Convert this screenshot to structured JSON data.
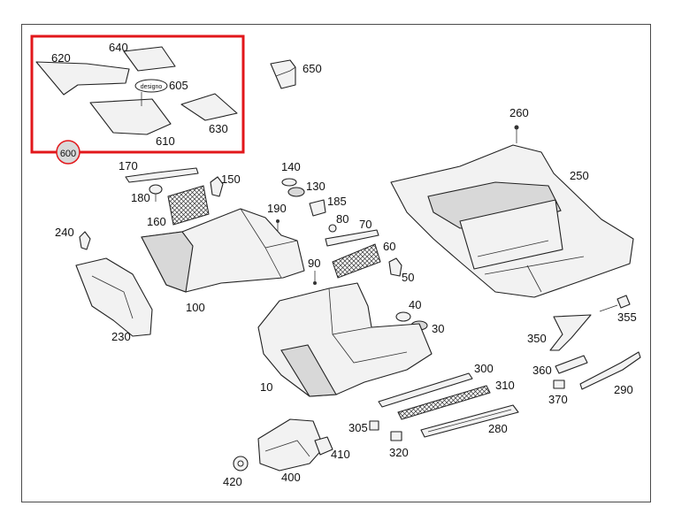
{
  "highlight_color": "#e2171b",
  "highlight_group": [
    "620",
    "640",
    "605",
    "610",
    "630"
  ],
  "badge_label": "600",
  "emblem_text": "designo",
  "labels": {
    "l620": "620",
    "l640": "640",
    "l605": "605",
    "l610": "610",
    "l630": "630",
    "l650": "650",
    "l260": "260",
    "l250": "250",
    "l170": "170",
    "l180": "180",
    "l150": "150",
    "l160": "160",
    "l140": "140",
    "l130": "130",
    "l185": "185",
    "l190": "190",
    "l80": "80",
    "l70": "70",
    "l60": "60",
    "l50": "50",
    "l90": "90",
    "l240": "240",
    "l100": "100",
    "l230": "230",
    "l40": "40",
    "l30": "30",
    "l10": "10",
    "l355": "355",
    "l350": "350",
    "l360": "360",
    "l370": "370",
    "l290": "290",
    "l300": "300",
    "l310": "310",
    "l305": "305",
    "l280": "280",
    "l320": "320",
    "l410": "410",
    "l420": "420",
    "l400": "400"
  }
}
